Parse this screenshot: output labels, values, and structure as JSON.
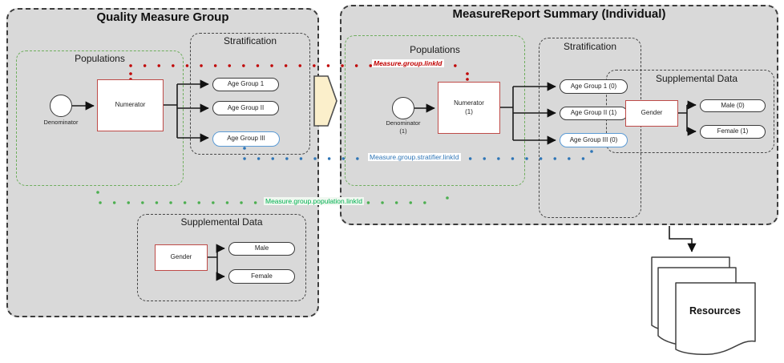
{
  "left_group": {
    "title": "Quality Measure Group",
    "populations": {
      "title": "Populations",
      "denominator": "Denominator",
      "numerator": "Numerator"
    },
    "stratification": {
      "title": "Stratification",
      "items": [
        "Age Group 1",
        "Age Group II",
        "Age Group III"
      ]
    },
    "supplemental": {
      "title": "Supplemental Data",
      "gender": "Gender",
      "items": [
        "Male",
        "Female"
      ]
    }
  },
  "right_group": {
    "title": "MeasureReport Summary (Individual)",
    "populations": {
      "title": "Populations",
      "denominator": "Denominator",
      "denominator_count": "(1)",
      "numerator": "Numerator",
      "numerator_count": "(1)"
    },
    "stratification": {
      "title": "Stratification",
      "items": [
        "Age Group 1 (0)",
        "Age Group II (1)",
        "Age Group III (0)"
      ]
    },
    "supplemental": {
      "title": "Supplemental Data",
      "gender": "Gender",
      "items": [
        "Male (0)",
        "Female (1)"
      ]
    }
  },
  "link_labels": {
    "group": "Measure.group.linkId",
    "stratifier": "Measure.group.stratifier.linkId",
    "population": "Measure.group.population.linkId"
  },
  "resources": {
    "label": "Resources"
  },
  "colors": {
    "group_fill": "#D9D9D9",
    "red_accent": "#C00000",
    "blue_accent": "#2E75B6",
    "green_accent": "#4CAF50",
    "green_border": "#6FAE5E",
    "red_box_border": "#BE4B48",
    "blue_box_border": "#5B9BD5",
    "arrow_fill": "#FBEFCB"
  }
}
